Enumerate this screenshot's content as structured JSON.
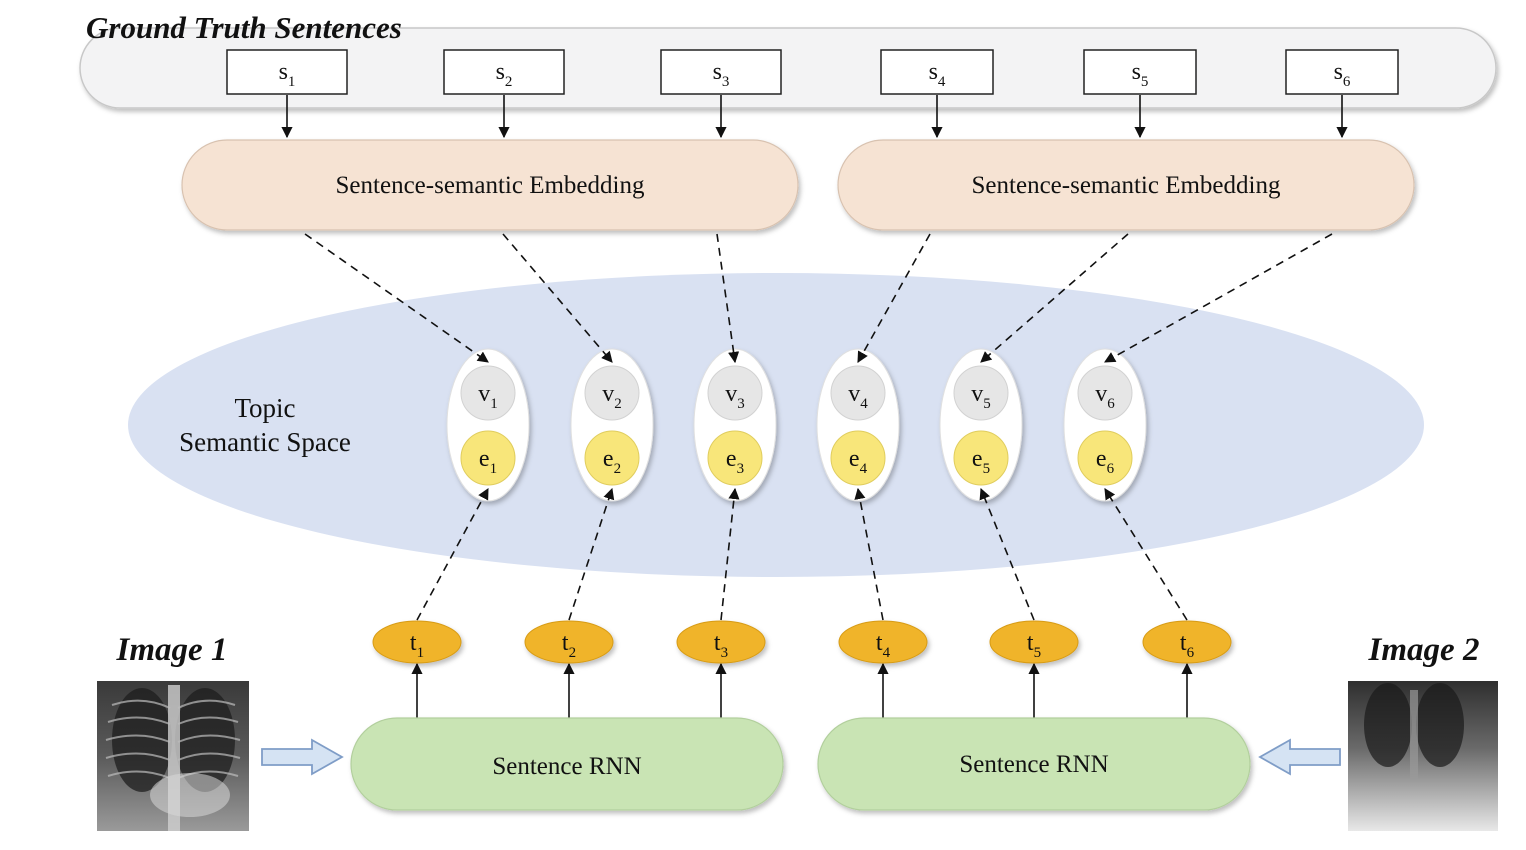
{
  "title": "Ground Truth Sentences",
  "sentences": [
    {
      "base": "s",
      "sub": "1"
    },
    {
      "base": "s",
      "sub": "2"
    },
    {
      "base": "s",
      "sub": "3"
    },
    {
      "base": "s",
      "sub": "4"
    },
    {
      "base": "s",
      "sub": "5"
    },
    {
      "base": "s",
      "sub": "6"
    }
  ],
  "embedding_left": "Sentence-semantic Embedding",
  "embedding_right": "Sentence-semantic Embedding",
  "topic_space_line1": "Topic",
  "topic_space_line2": "Semantic Space",
  "v_nodes": [
    {
      "base": "v",
      "sub": "1"
    },
    {
      "base": "v",
      "sub": "2"
    },
    {
      "base": "v",
      "sub": "3"
    },
    {
      "base": "v",
      "sub": "4"
    },
    {
      "base": "v",
      "sub": "5"
    },
    {
      "base": "v",
      "sub": "6"
    }
  ],
  "e_nodes": [
    {
      "base": "e",
      "sub": "1"
    },
    {
      "base": "e",
      "sub": "2"
    },
    {
      "base": "e",
      "sub": "3"
    },
    {
      "base": "e",
      "sub": "4"
    },
    {
      "base": "e",
      "sub": "5"
    },
    {
      "base": "e",
      "sub": "6"
    }
  ],
  "t_nodes": [
    {
      "base": "t",
      "sub": "1"
    },
    {
      "base": "t",
      "sub": "2"
    },
    {
      "base": "t",
      "sub": "3"
    },
    {
      "base": "t",
      "sub": "4"
    },
    {
      "base": "t",
      "sub": "5"
    },
    {
      "base": "t",
      "sub": "6"
    }
  ],
  "rnn_left": "Sentence RNN",
  "rnn_right": "Sentence RNN",
  "image1_label": "Image 1",
  "image2_label": "Image 2",
  "colors": {
    "embedding_fill": "#f6e3d3",
    "topic_fill": "#d9e1f2",
    "e_fill": "#f8e67a",
    "t_fill": "#f0b429",
    "rnn_fill": "#c9e4b4",
    "v_fill": "#e6e6e6",
    "banner_fill": "#f3f3f4"
  }
}
